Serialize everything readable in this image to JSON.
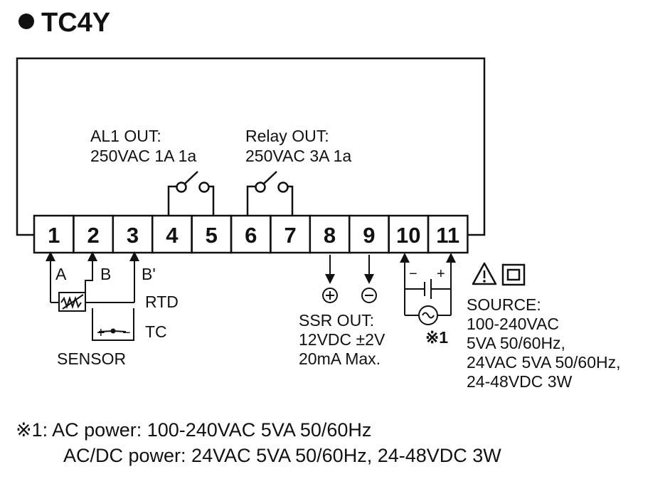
{
  "title": "TC4Y",
  "terminals": [
    "1",
    "2",
    "3",
    "4",
    "5",
    "6",
    "7",
    "8",
    "9",
    "10",
    "11"
  ],
  "al1": {
    "line1": "AL1 OUT:",
    "line2": "250VAC 1A 1a"
  },
  "relay": {
    "line1": "Relay OUT:",
    "line2": "250VAC 3A 1a"
  },
  "sensor": {
    "a": "A",
    "b": "B",
    "b_prime": "B'",
    "rtd": "RTD",
    "tc": "TC",
    "plus": "+",
    "minus": "−",
    "label": "SENSOR"
  },
  "ssr": {
    "line1": "SSR OUT:",
    "line2": "12VDC ±2V",
    "line3": "20mA Max.",
    "plus": "+",
    "minus": "−"
  },
  "power": {
    "minus": "−",
    "plus": "+",
    "note_mark": "※1"
  },
  "source": {
    "line1": "SOURCE:",
    "line2": "100-240VAC",
    "line3": "5VA 50/60Hz,",
    "line4": "24VAC 5VA 50/60Hz,",
    "line5": "24-48VDC 3W"
  },
  "footnote": {
    "line1": "※1: AC power: 100-240VAC 5VA 50/60Hz",
    "line2": "AC/DC power: 24VAC 5VA 50/60Hz, 24-48VDC 3W"
  }
}
